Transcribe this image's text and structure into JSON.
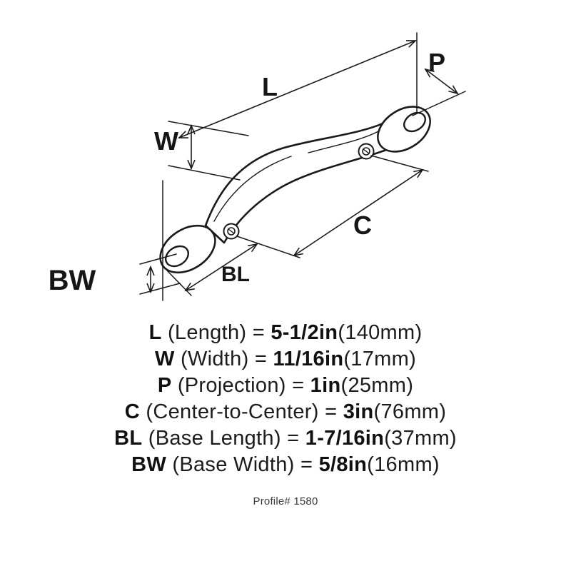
{
  "diagram": {
    "labels": {
      "l": "L",
      "w": "W",
      "p": "P",
      "c": "C",
      "bl": "BL",
      "bw": "BW"
    }
  },
  "legend": {
    "equals": "=",
    "rows": [
      {
        "abbr": "L",
        "name": "(Length)",
        "value": "5-1/2in",
        "metric": "(140mm)"
      },
      {
        "abbr": "W",
        "name": "(Width)",
        "value": "11/16in",
        "metric": "(17mm)"
      },
      {
        "abbr": "P",
        "name": "(Projection)",
        "value": "1in",
        "metric": "(25mm)"
      },
      {
        "abbr": "C",
        "name": "(Center-to-Center)",
        "value": "3in",
        "metric": "(76mm)"
      },
      {
        "abbr": "BL",
        "name": "(Base Length)",
        "value": "1-7/16in",
        "metric": "(37mm)"
      },
      {
        "abbr": "BW",
        "name": "(Base Width)",
        "value": "5/8in",
        "metric": "(16mm)"
      }
    ],
    "profile": "Profile# 1580"
  }
}
